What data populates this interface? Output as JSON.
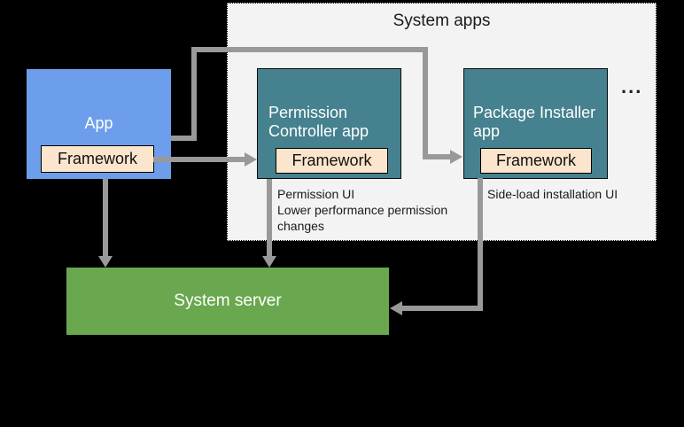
{
  "diagram": {
    "background_color": "#000000",
    "arrow_color": "#999999",
    "system_apps_group": {
      "title": "System apps",
      "bg_color": "#f3f3f3",
      "border_style": "dotted",
      "more_indicator": "..."
    },
    "nodes": {
      "app": {
        "label": "App",
        "framework_label": "Framework",
        "bg_color": "#6d9eeb"
      },
      "permission_controller": {
        "label_lines": [
          "Permission",
          "Controller app"
        ],
        "framework_label": "Framework",
        "bg_color": "#45818e"
      },
      "package_installer": {
        "label_lines": [
          "Package Installer",
          "app"
        ],
        "framework_label": "Framework",
        "bg_color": "#45818e"
      },
      "system_server": {
        "label": "System server",
        "bg_color": "#6aa84f"
      }
    },
    "framework_box_color": "#fce5cd",
    "annotations": {
      "permission_controller_note": {
        "lines": [
          "Permission UI",
          "Lower performance permission",
          "changes"
        ]
      },
      "package_installer_note": {
        "lines": [
          "Side-load installation UI"
        ]
      }
    },
    "arrows": [
      "app to package-installer framework",
      "app framework to permission-controller framework",
      "app to system-server",
      "permission-controller to system-server",
      "package-installer framework to system-server"
    ]
  }
}
